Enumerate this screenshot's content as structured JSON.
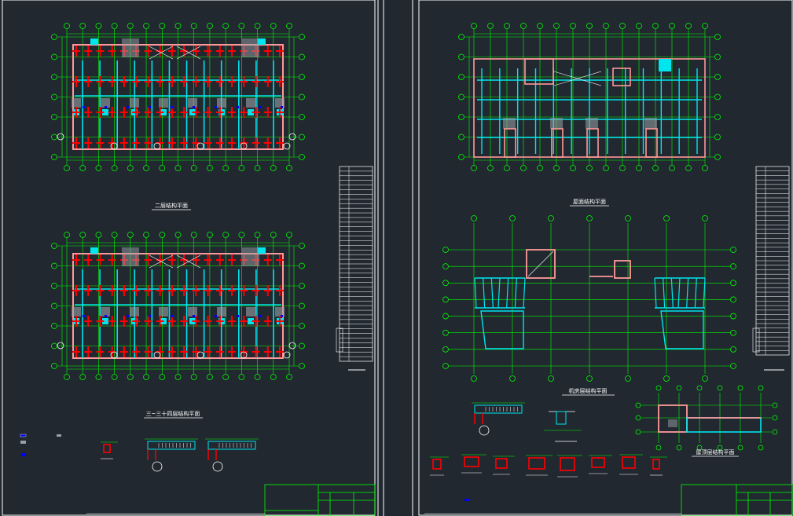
{
  "app": {
    "title": "",
    "colors": {
      "background": "#212830",
      "border": "#ffffff",
      "axis": "#00ff00",
      "column": "#ff0000",
      "wall": "#ff9999",
      "beam": "#00e5ee",
      "accent": "#0000ff",
      "hatch": "#9aa0a6",
      "yellow": "#ffe94d"
    }
  },
  "drawings": {
    "left": {
      "plan1_title": "二层结构平面",
      "plan2_title": "三~三十四层结构平面",
      "legend_icons": [
        "blue-marker-icon",
        "gray-marker-icon",
        "blue-marker-icon"
      ]
    },
    "right": {
      "plan1_title": "屋面结构平面",
      "plan2_title": "机房层结构平面",
      "plan3_title": "屋顶层结构平面"
    }
  },
  "title_block": {
    "left_label": "",
    "right_label": ""
  }
}
